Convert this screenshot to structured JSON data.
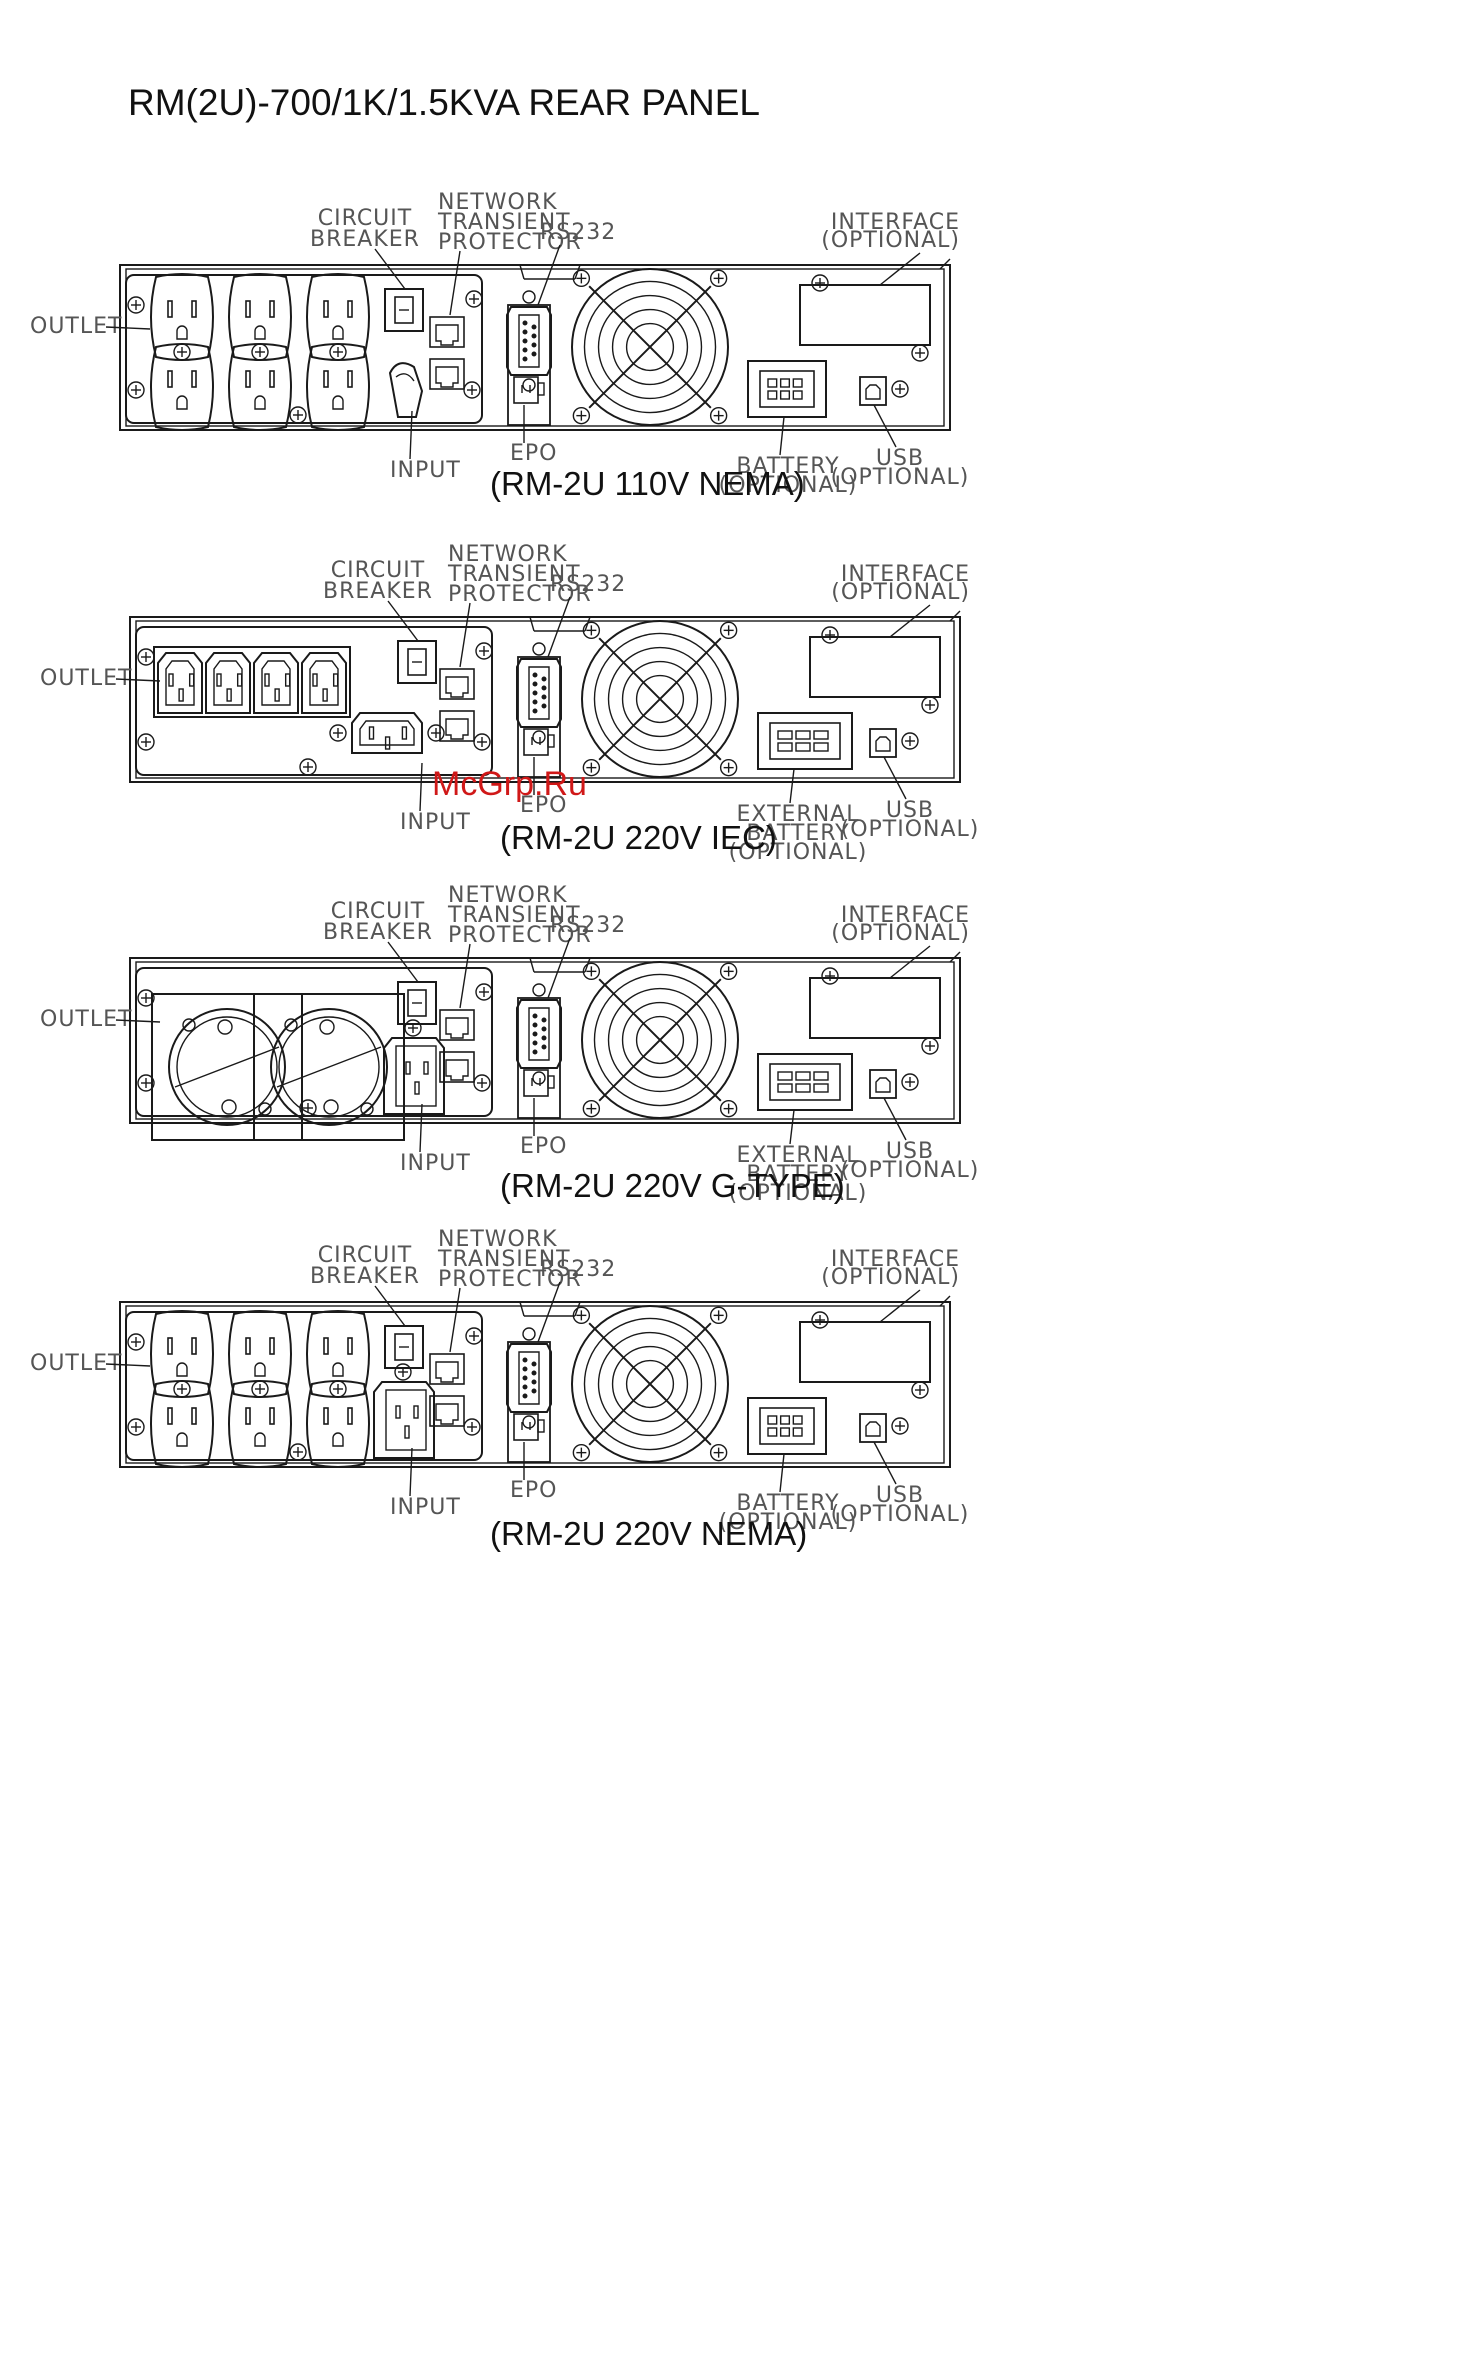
{
  "title": "RM(2U)-700/1K/1.5KVA REAR PANEL",
  "watermark": "McGrp.Ru",
  "colors": {
    "line": "#1a1a1a",
    "label": "#555555",
    "watermark": "#d01818"
  },
  "panels": [
    {
      "caption": "(RM-2U 110V NEMA)",
      "outlet_type": "nema",
      "input_type": "cord",
      "labels": {
        "outlet": "OUTLET",
        "circuit_breaker": [
          "CIRCUIT",
          "BREAKER"
        ],
        "network": [
          "NETWORK",
          "TRANSIENT",
          "PROTECTOR"
        ],
        "rs232": "RS232",
        "interface": [
          "INTERFACE",
          "(OPTIONAL)"
        ],
        "input": "INPUT",
        "epo": "EPO",
        "battery": [
          "BATTERY",
          "(OPTIONAL)"
        ],
        "usb": [
          "USB",
          "(OPTIONAL)"
        ]
      }
    },
    {
      "caption": "(RM-2U 220V IEC)",
      "outlet_type": "iec",
      "input_type": "iec",
      "labels": {
        "outlet": "OUTLET",
        "circuit_breaker": [
          "CIRCUIT",
          "BREAKER"
        ],
        "network": [
          "NETWORK",
          "TRANSIENT",
          "PROTECTOR"
        ],
        "rs232": "RS232",
        "interface": [
          "INTERFACE",
          "(OPTIONAL)"
        ],
        "input": "INPUT",
        "epo": "EPO",
        "battery": [
          "EXTERNAL",
          "BATTERY",
          "(OPTIONAL)"
        ],
        "usb": [
          "USB",
          "(OPTIONAL)"
        ]
      }
    },
    {
      "caption": "(RM-2U 220V G-TYPE)",
      "outlet_type": "gtype",
      "input_type": "iec-vertical",
      "labels": {
        "outlet": "OUTLET",
        "circuit_breaker": [
          "CIRCUIT",
          "BREAKER"
        ],
        "network": [
          "NETWORK",
          "TRANSIENT",
          "PROTECTOR"
        ],
        "rs232": "RS232",
        "interface": [
          "INTERFACE",
          "(OPTIONAL)"
        ],
        "input": "INPUT",
        "epo": "EPO",
        "battery": [
          "EXTERNAL",
          "BATTERY",
          "(OPTIONAL)"
        ],
        "usb": [
          "USB",
          "(OPTIONAL)"
        ]
      }
    },
    {
      "caption": "(RM-2U 220V NEMA)",
      "outlet_type": "nema",
      "input_type": "iec-vertical",
      "labels": {
        "outlet": "OUTLET",
        "circuit_breaker": [
          "CIRCUIT",
          "BREAKER"
        ],
        "network": [
          "NETWORK",
          "TRANSIENT",
          "PROTECTOR"
        ],
        "rs232": "RS232",
        "interface": [
          "INTERFACE",
          "(OPTIONAL)"
        ],
        "input": "INPUT",
        "epo": "EPO",
        "battery": [
          "BATTERY",
          "(OPTIONAL)"
        ],
        "usb": [
          "USB",
          "(OPTIONAL)"
        ]
      }
    }
  ]
}
